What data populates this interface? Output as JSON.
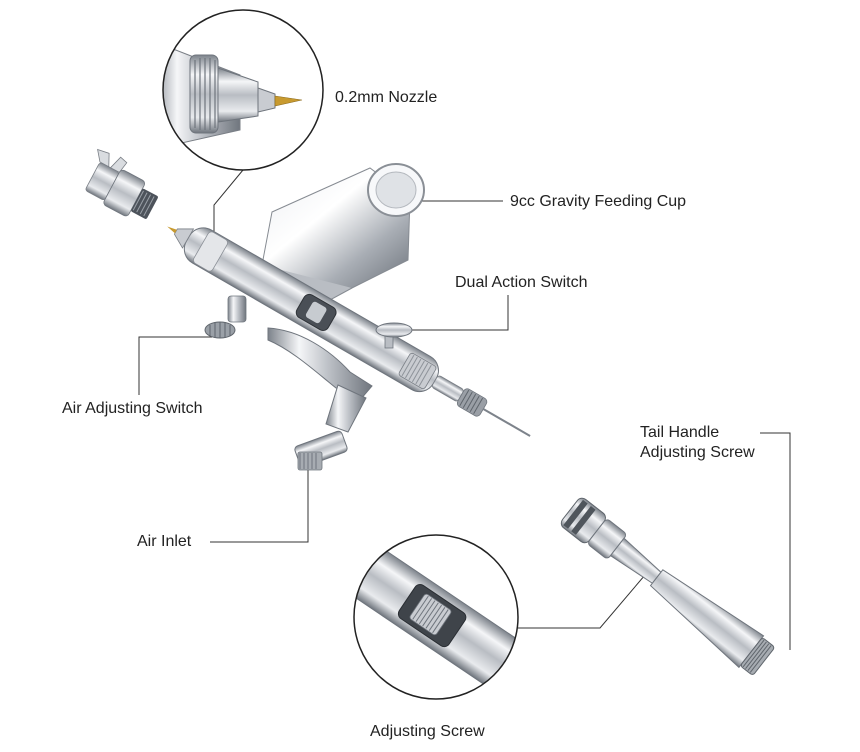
{
  "labels": {
    "nozzle": "0.2mm Nozzle",
    "cup": "9cc Gravity Feeding Cup",
    "dual_action": "Dual Action Switch",
    "air_adjusting": "Air Adjusting Switch",
    "air_inlet": "Air Inlet",
    "tail_handle_line1": "Tail Handle",
    "tail_handle_line2": "Adjusting Screw",
    "adjusting_screw": "Adjusting Screw"
  },
  "colors": {
    "leader_line": "#333333",
    "chrome_dark": "#8a8f96",
    "chrome_mid": "#c9ccd1",
    "chrome_light": "#f4f5f7",
    "callout_circle": "#222222"
  }
}
